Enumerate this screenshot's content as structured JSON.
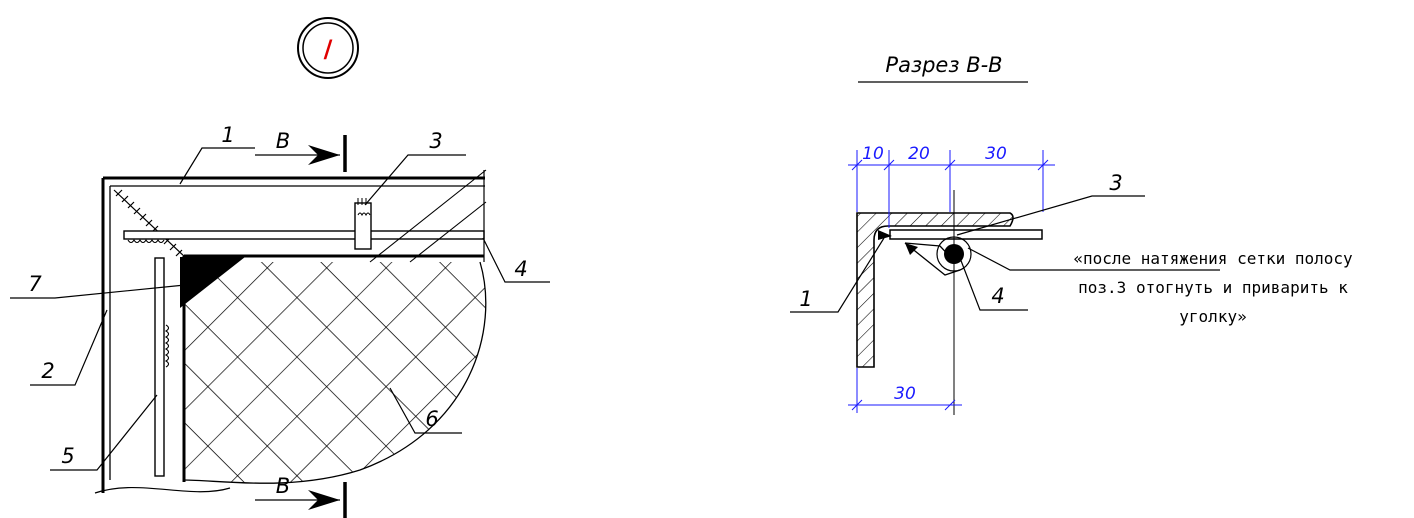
{
  "detail_callout": {
    "label": "/",
    "color": "#e00000"
  },
  "section_title": "Разрез В-В",
  "section_mark": "В",
  "left_view_labels": {
    "p1": "1",
    "p2": "2",
    "p3": "3",
    "p4": "4",
    "p5": "5",
    "p6": "6",
    "p7": "7"
  },
  "section_labels": {
    "p1": "1",
    "p3": "3",
    "p4": "4"
  },
  "dimensions": {
    "d10": "10",
    "d20": "20",
    "d30_top": "30",
    "d30_bottom": "30",
    "color": "#1a1aff"
  },
  "note_lines": [
    "«после натяжения сетки полосу",
    "поз.3 отогнуть и приварить к",
    "уголку»"
  ]
}
